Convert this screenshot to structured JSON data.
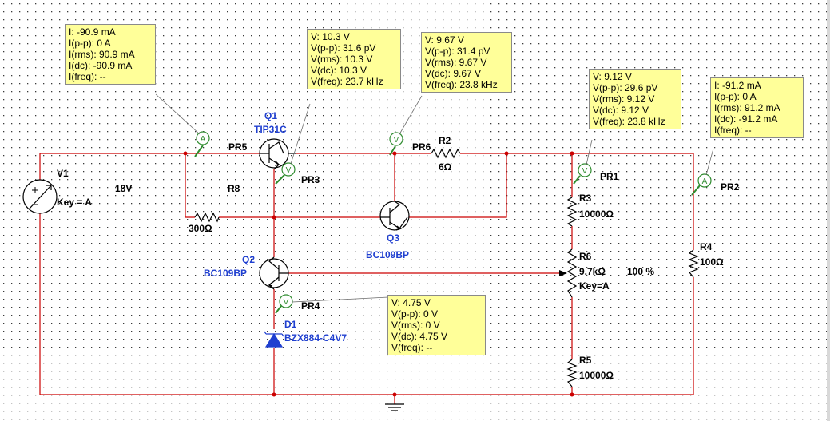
{
  "components": {
    "V1": {
      "ref": "V1",
      "value": "18V",
      "key": "Key = A"
    },
    "Q1": {
      "ref": "Q1",
      "model": "TIP31C"
    },
    "Q2": {
      "ref": "Q2",
      "model": "BC109BP"
    },
    "Q3": {
      "ref": "Q3",
      "model": "BC109BP"
    },
    "D1": {
      "ref": "D1",
      "model": "BZX884-C4V7"
    },
    "R2": {
      "ref": "R2",
      "value": "6Ω"
    },
    "R3": {
      "ref": "R3",
      "value": "10000Ω"
    },
    "R4": {
      "ref": "R4",
      "value": "100Ω"
    },
    "R5": {
      "ref": "R5",
      "value": "10000Ω"
    },
    "R6": {
      "ref": "R6",
      "value": "9.7kΩ",
      "percent": "100 %",
      "key": "Key=A"
    },
    "R8": {
      "ref": "R8",
      "value": "300Ω"
    }
  },
  "probes": {
    "PR1": {
      "ref": "PR1",
      "symbol": "V"
    },
    "PR2": {
      "ref": "PR2",
      "symbol": "A"
    },
    "PR3": {
      "ref": "PR3",
      "symbol": "V"
    },
    "PR4": {
      "ref": "PR4",
      "symbol": "V"
    },
    "PR5": {
      "ref": "PR5",
      "symbol": "A"
    },
    "PR6": {
      "ref": "PR6",
      "symbol": "V"
    }
  },
  "readouts": {
    "PR5": [
      "I: -90.9 mA",
      "I(p-p): 0 A",
      "I(rms): 90.9 mA",
      "I(dc): -90.9 mA",
      "I(freq): --"
    ],
    "PR3": [
      "V: 10.3 V",
      "V(p-p): 31.6 pV",
      "V(rms): 10.3 V",
      "V(dc): 10.3 V",
      "V(freq): 23.7 kHz"
    ],
    "PR6": [
      "V: 9.67 V",
      "V(p-p): 31.4 pV",
      "V(rms): 9.67 V",
      "V(dc): 9.67 V",
      "V(freq): 23.8 kHz"
    ],
    "PR1": [
      "V: 9.12 V",
      "V(p-p): 29.6 pV",
      "V(rms): 9.12 V",
      "V(dc): 9.12 V",
      "V(freq): 23.8 kHz"
    ],
    "PR2": [
      "I: -91.2 mA",
      "I(p-p): 0 A",
      "I(rms): 91.2 mA",
      "I(dc): -91.2 mA",
      "I(freq): --"
    ],
    "PR4": [
      "V: 4.75 V",
      "V(p-p): 0 V",
      "V(rms): 0 V",
      "V(dc): 4.75 V",
      "V(freq): --"
    ]
  },
  "colors": {
    "wire": "#cc0000",
    "component": "#000000",
    "part_label": "#1f3fd0",
    "probe": "#2e8b2e",
    "tooltip_bg": "#ffff99",
    "grid_dot": "#3a3a3a"
  }
}
